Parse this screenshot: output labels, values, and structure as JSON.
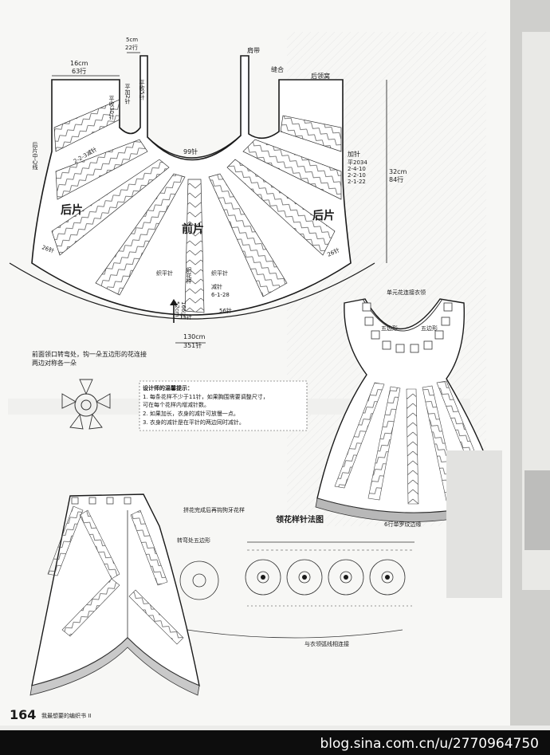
{
  "page": {
    "number": "164",
    "footer_title": "我最想要的编织书 II",
    "watermark": "blog.sina.com.cn/u/2770964750"
  },
  "colors": {
    "paper": "#f7f7f5",
    "ink": "#1a1a1a",
    "shade": "#c9c9c9",
    "band": "#b8b8b8",
    "bar": "#0d0d0d"
  },
  "top_diagram": {
    "dim_width_left": "16cm",
    "dim_rows_left": "63行",
    "dim_5cm": "5cm",
    "dim_22rows": "22行",
    "flat_knit_2": "平加2针",
    "flat_knit_5": "平收5针",
    "flat_collect_30": "平收30针",
    "rule_223": "2-2-3减针",
    "shoulder_strap": "肩带",
    "seam": "缝合",
    "back_neckline": "后领窝",
    "back_center_line": "后片中心线",
    "needles_99": "99针",
    "back_piece_left": "后片",
    "back_piece_right": "后片",
    "front_piece": "前片",
    "add_needle": "加针",
    "add_flat": "平2034",
    "add_r1": "2-4-10",
    "add_r2": "2-2-10",
    "add_r3": "2-1-22",
    "dim_height": "32cm",
    "dim_height_rows": "84行",
    "needles_26_left": "26针",
    "needles_26_right": "26针",
    "weave_left": "织平针",
    "weave_right": "织平针",
    "weave_center": "织花样",
    "dim_52": "52cm",
    "dim_166": "166行",
    "decrease": "减针",
    "decrease_rule": "6-1-28",
    "needles_56": "56针",
    "needles_15": "15针",
    "dim_130": "130cm",
    "dim_351": "351针"
  },
  "note_left": {
    "line1": "前面领口转弯处，钩一朵五边形的花连接",
    "line2": "两边对称各一朵"
  },
  "design_tips": {
    "title": "设计师的温馨提示：",
    "t1": "1. 每条花样不少于11针，如果胸围需要调整尺寸，",
    "t1b": "可在每个花样内增减针数。",
    "t2": "2. 如果加长，衣身的减针可放慢一点。",
    "t3": "3. 衣身的减针是在平针的两边同时减针。"
  },
  "right_diagram": {
    "unit_flower": "单元花连接衣领",
    "pentagon_left": "五边形",
    "pentagon_right": "五边形",
    "edge": "6行单罗纹边缘"
  },
  "collar": {
    "title": "领花样针法图",
    "note_top": "拼花完成后再钩狗牙花样",
    "turn": "转弯处五边形",
    "connect": "与衣领弧线相连接"
  }
}
